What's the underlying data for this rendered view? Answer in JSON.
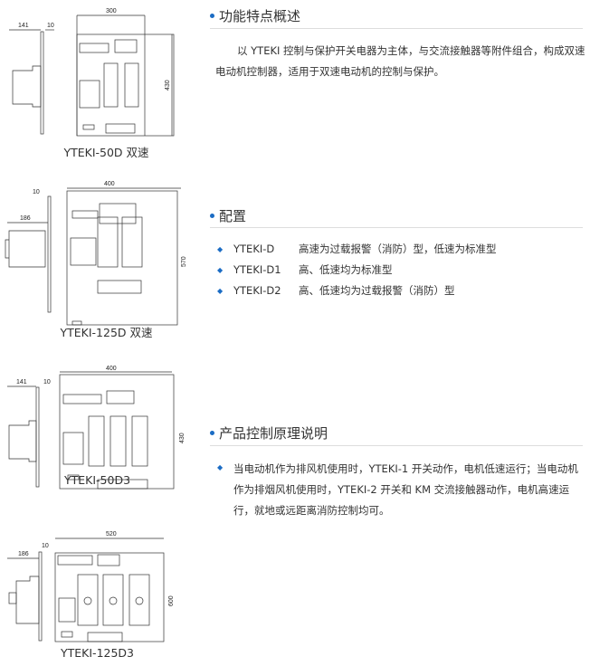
{
  "drawings": [
    {
      "caption": "YTEKI-50D 双速",
      "width": "300",
      "height": "430",
      "depth": "141",
      "plate": "10"
    },
    {
      "caption": "YTEKI-125D 双速",
      "width": "400",
      "height": "570",
      "depth": "186",
      "plate": "10"
    },
    {
      "caption": "YTEKI-50D3",
      "width": "400",
      "height": "430",
      "depth": "141",
      "plate": "10"
    },
    {
      "caption": "YTEKI-125D3",
      "width": "520",
      "height": "600",
      "depth": "186",
      "plate": "10"
    }
  ],
  "features": {
    "title": "功能特点概述",
    "text": "以 YTEKI 控制与保护开关电器为主体，与交流接触器等附件组合，构成双速电动机控制器，适用于双速电动机的控制与保护。"
  },
  "config": {
    "title": "配置",
    "items": [
      {
        "code": "YTEKI-D",
        "desc": "高速为过载报警（消防）型，低速为标准型"
      },
      {
        "code": "YTEKI-D1",
        "desc": "高、低速均为标准型"
      },
      {
        "code": "YTEKI-D2",
        "desc": "高、低速均为过载报警（消防）型"
      }
    ]
  },
  "principle": {
    "title": "产品控制原理说明",
    "text": "当电动机作为排风机使用时，YTEKI-1 开关动作，电机低速运行；当电动机作为排烟风机使用时，YTEKI-2 开关和 KM 交流接触器动作，电机高速运行，就地或远距离消防控制均可。"
  }
}
